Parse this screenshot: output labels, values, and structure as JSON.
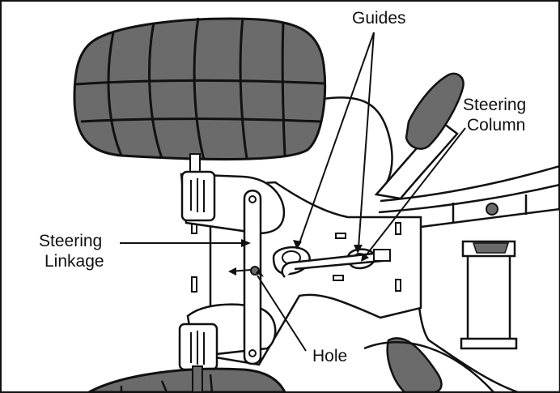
{
  "labels": {
    "guides": "Guides",
    "steering_column_line1": "Steering",
    "steering_column_line2": "Column",
    "steering_linkage_line1": "Steering",
    "steering_linkage_line2": "Linkage",
    "hole": "Hole"
  },
  "colors": {
    "ink": "#111111",
    "tire_fill": "#6b6b6b",
    "background": "#ffffff"
  }
}
